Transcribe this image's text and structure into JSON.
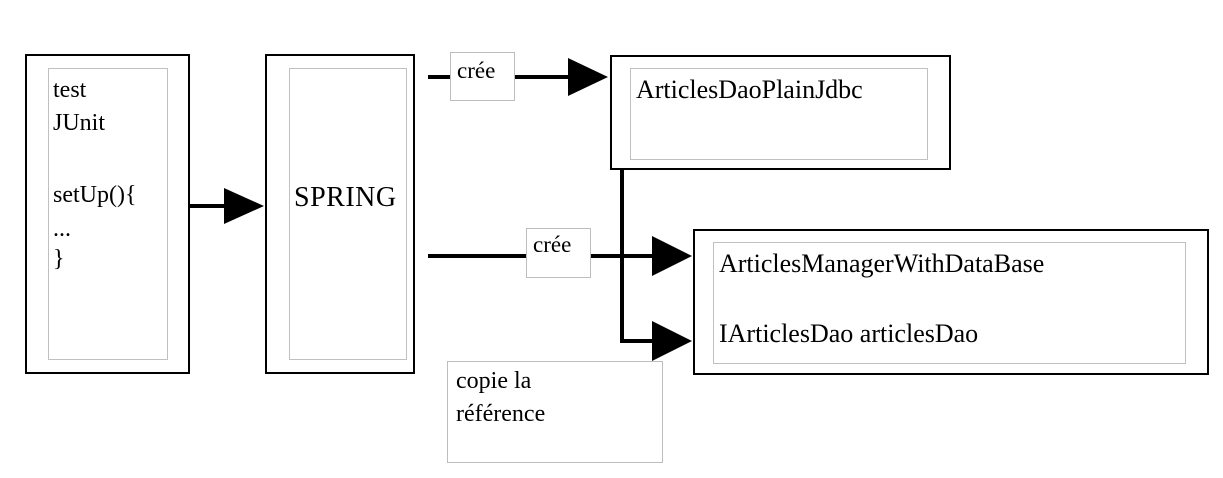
{
  "diagram": {
    "title": "Spring dependency injection sequence",
    "colors": {
      "stroke": "#000000",
      "inner_border": "#c0c0c0",
      "label_border": "#bdbdbd",
      "background": "#ffffff",
      "text": "#000000"
    },
    "nodes": [
      {
        "id": "junit-test",
        "name": "test-junit-node",
        "lines": [
          "test",
          "JUnit",
          "",
          "setUp(){",
          "...",
          "}"
        ]
      },
      {
        "id": "spring",
        "name": "spring-node",
        "lines": [
          "SPRING"
        ]
      },
      {
        "id": "articles-dao-plain-jdbc",
        "name": "articles-dao-plain-jdbc-node",
        "lines": [
          "ArticlesDaoPlainJdbc"
        ]
      },
      {
        "id": "articles-manager-with-database",
        "name": "articles-manager-with-database-node",
        "lines": [
          "ArticlesManagerWithDataBase",
          "IArticlesDao articlesDao"
        ]
      }
    ],
    "edge_labels": [
      {
        "id": "cree-top",
        "text": "crée"
      },
      {
        "id": "cree-mid",
        "text": "crée"
      }
    ],
    "notes": [
      {
        "id": "copie-reference",
        "lines": [
          "copie la",
          "référence"
        ]
      }
    ],
    "node_text": {
      "junit_line1": "test",
      "junit_line2": "JUnit",
      "junit_line3": "setUp(){",
      "junit_line4": "...",
      "junit_line5": "}",
      "spring": "SPRING",
      "dao_plain_jdbc": "ArticlesDaoPlainJdbc",
      "manager_title": "ArticlesManagerWithDataBase",
      "manager_field": "IArticlesDao articlesDao"
    },
    "label_text": {
      "cree_top": "crée",
      "cree_mid": "crée"
    },
    "note_text": {
      "copie_line1": "copie la",
      "copie_line2": "référence"
    }
  }
}
